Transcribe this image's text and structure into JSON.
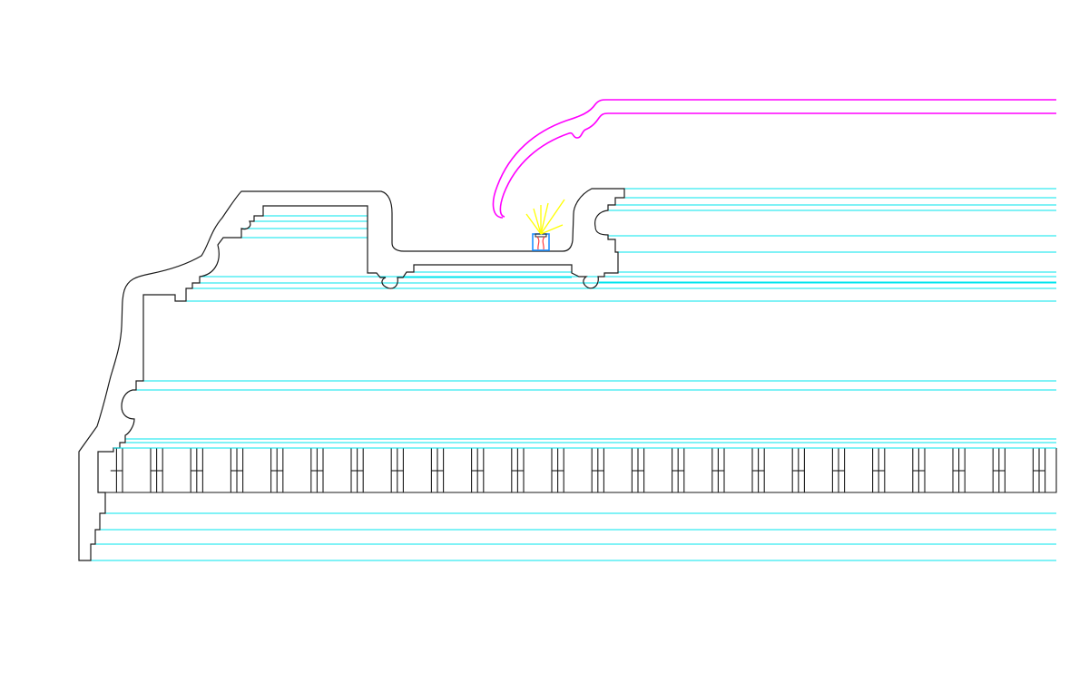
{
  "drawing": {
    "background": "#ffffff",
    "colors": {
      "profile_outline": "#1a1a1a",
      "projection_lines": "#00e5ee",
      "cove_profile": "#ff00ff",
      "light_rays": "#ffff00",
      "fixture_box": "#1e90ff",
      "fixture_inner": "#ff3b3b"
    },
    "components": {
      "cornice_profile": "profile-outline",
      "dentil_count": 24,
      "light_ray_count": 6
    }
  }
}
